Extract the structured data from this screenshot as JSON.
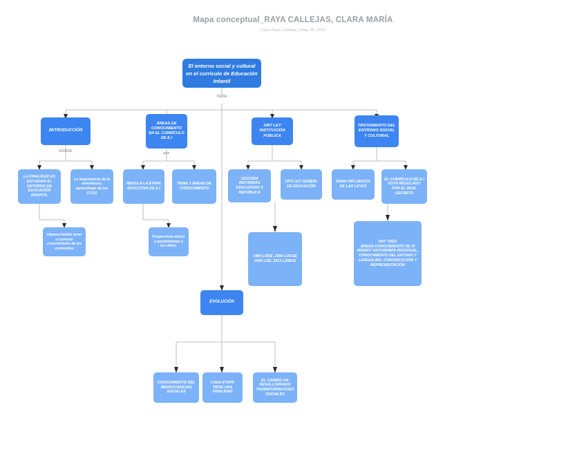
{
  "header": {
    "title": "Mapa conceptual_RAYA CALLEJAS, CLARA MARÍA",
    "subtitle": "Clara Raya Callejas  |  May 20, 2021"
  },
  "colors": {
    "root": "#2f7be0",
    "node_dark": "#3d85f0",
    "node_light": "#7cb2f8",
    "connector": "#b9bcc0",
    "arrow": "#2b2b2b",
    "title_text": "#9a9ea6",
    "subtitle_text": "#b6bac1",
    "node_text": "#ffffff",
    "edge_label_text": "#6f7378"
  },
  "map": {
    "root": {
      "label": "El entorno social y cultural en el currículo de Educación Infantil"
    },
    "edge_labels": [
      {
        "id": "tiene",
        "text": "TIENE"
      },
      {
        "id": "donde",
        "text": "DONDE"
      },
      {
        "id": "que",
        "text": "que"
      }
    ],
    "level2": [
      {
        "id": "introduccion",
        "label": "IINTRODUCCIÓN"
      },
      {
        "id": "areas-conocimiento",
        "label": "ÁREAS DE CONOCIMIENTO EN EL CURRÍCULO DE E.I"
      },
      {
        "id": "ley-1857",
        "label": "1857 LEY INSTITUCIÓN PÚBLICA"
      },
      {
        "id": "tratamiento-entorno",
        "label": "TRSTAMIENTO DEL ENTRONO SOCIAL  Y CULTURAL"
      }
    ],
    "level3": [
      {
        "id": "finalidad",
        "label": "LA FINALIDAD ES ESTUDIAR EL ENTORNO  DE EDUCACIÓN INFANTIL"
      },
      {
        "id": "importancia",
        "label": "La importancia de la  enseñanza, aprendizaje de las CCSS"
      },
      {
        "id": "regula-etapa",
        "label": "REGULA LA ETAPA EDUCATIVA DE E.I"
      },
      {
        "id": "tres-areas",
        "label": "TIENE 3 ÁREAS DE CONOCIMIENTO"
      },
      {
        "id": "reformas-1931",
        "label": "1931/1936 REFORMAS EDUCATIVAS II REPÚBLICA"
      },
      {
        "id": "ley-1970",
        "label": "1970 LEY GENERL DE EDUCACIÓN"
      },
      {
        "id": "gran-influencia",
        "label": "GRAN INFLUENCIA DE LAS LEYES"
      },
      {
        "id": "curriculo-real-decreto",
        "label": "EL CURRÍCULO DE E.I ESTÁ REGULADO POR EL REAL DECRETO"
      }
    ],
    "level4": [
      {
        "id": "imprescindible",
        "label": "imprescindible tener u correcto conocimiento de los contenidos"
      },
      {
        "id": "proporciona-afecto",
        "label": "Proporciona afecto y posibilidades a los niños."
      },
      {
        "id": "leyes-lode-lomce",
        "label": "1985 LODE ,1990 LOGSE 2006 LOE, 2013 LOMCE"
      },
      {
        "id": "hay-tres-areas",
        "label": "HAY TRES ÁREAS:CONOCIMIENTO DE SÍ MISMOY AUTONOMÍA PERSONAL, CONOCIMIENTO DEL ENTONO Y LENGUAJES: COMUNICACIÓN Y REPRESENTACIÓN"
      }
    ],
    "evolucion": {
      "id": "evolucion",
      "label": "EVOLUCIÓN"
    },
    "evolucion_children": [
      {
        "id": "conocimiento-medio",
        "label": "CONOCIMIENTO DEL MEDIO/CIENCIAS SOCIALES"
      },
      {
        "id": "cada-etapa",
        "label": "CADA ETAPA TIENE UNA FINALIDAD"
      },
      {
        "id": "el-cambio",
        "label": "EL CAMBIO HA DESALLORRADO TRANSFORMACIOES SOCIALES"
      }
    ]
  }
}
